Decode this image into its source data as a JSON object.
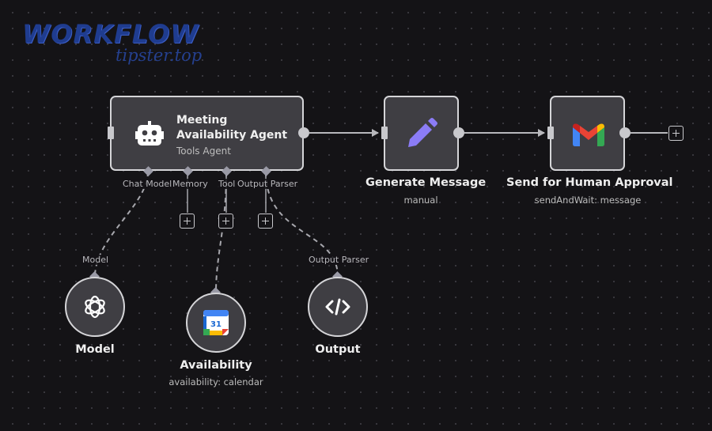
{
  "watermark": {
    "title": "WORKFLOW",
    "subtitle": "tipster.top"
  },
  "nodes": {
    "agent": {
      "title": "Meeting Availability Agent",
      "subtitle": "Tools Agent",
      "icon": "robot-icon"
    },
    "generate": {
      "title": "Generate Message",
      "subtitle": "manual",
      "icon": "pencil-icon"
    },
    "send": {
      "title": "Send for Human Approval",
      "subtitle": "sendAndWait: message",
      "icon": "gmail-icon"
    },
    "model": {
      "title": "Model",
      "icon": "openai-icon"
    },
    "availability": {
      "title": "Availability",
      "subtitle": "availability: calendar",
      "icon": "google-calendar-icon",
      "calendar_day": "31"
    },
    "output": {
      "title": "Output",
      "icon": "code-icon"
    }
  },
  "ports": {
    "chat_model": "Chat Model",
    "memory": "Memory",
    "tool": "Tool",
    "output_parser": "Output Parser"
  },
  "edge_labels": {
    "model": "Model",
    "output_parser": "Output Parser"
  },
  "colors": {
    "canvas": "#141316",
    "node_fill": "#3f3e43",
    "node_border": "#d5d5d8",
    "pencil": "#8b7cf6",
    "watermark": "#1f3c8f"
  }
}
